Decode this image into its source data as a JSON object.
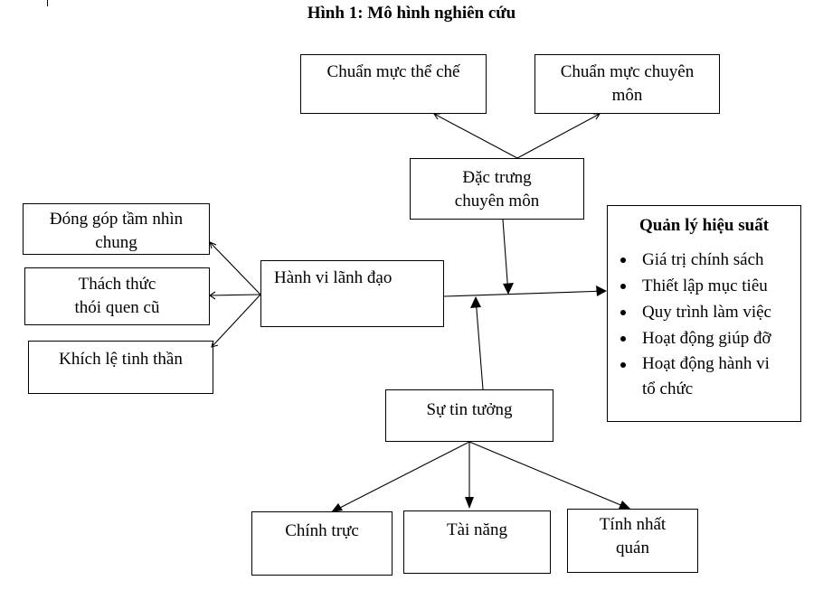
{
  "title": "Hình 1: Mô hình nghiên cứu",
  "nodes": {
    "chuan_muc_the_che": "Chuẩn mực thể chế",
    "chuan_muc_chuyen_mon": "Chuẩn mực chuyên môn",
    "dac_trung_chuyen_mon": "Đặc trưng chuyên môn",
    "dong_gop_tam_nhin": "Đóng góp tầm nhìn chung",
    "thach_thuc_thoi_quen": "Thách thức thói quen cũ",
    "khich_le_tinh_than": "Khích lệ tinh thần",
    "hanh_vi_lanh_dao": "Hành vi lãnh đạo",
    "su_tin_tuong": "Sự tin tưởng",
    "chinh_truc": "Chính trực",
    "tai_nang": "Tài năng",
    "tinh_nhat_quan": "Tính nhất quán"
  },
  "quan_ly_hieu_suat": {
    "title": "Quản lý hiệu suất",
    "items": [
      "Giá trị chính sách",
      "Thiết lập mục tiêu",
      "Quy trình làm việc",
      "Hoạt động giúp đỡ",
      "Hoạt động hành vi tổ chức"
    ]
  }
}
